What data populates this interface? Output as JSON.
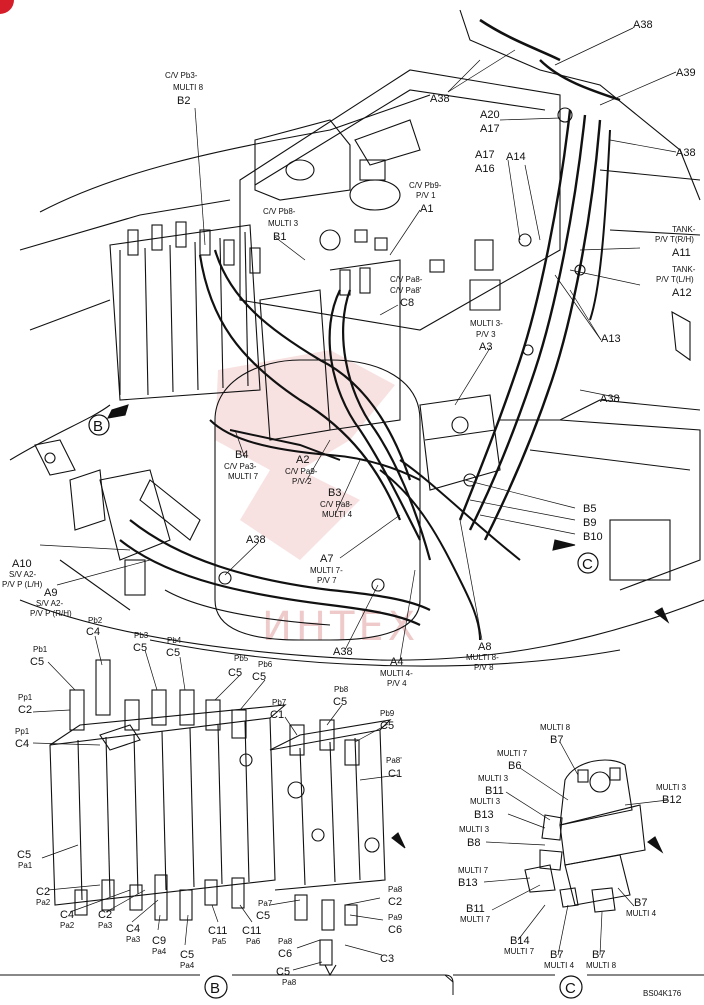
{
  "sheet_code": "BS04K176",
  "watermark": "ИНТЕХ",
  "views": {
    "b": "B",
    "c": "C"
  },
  "labels": [
    {
      "id": "a38-top",
      "text": "A38"
    },
    {
      "id": "a38-2",
      "text": "A38"
    },
    {
      "id": "a39",
      "text": "A39"
    },
    {
      "id": "a20",
      "text": "A20"
    },
    {
      "id": "a17a",
      "text": "A17"
    },
    {
      "id": "a38-3",
      "text": "A38"
    },
    {
      "id": "a17b",
      "text": "A17"
    },
    {
      "id": "a16",
      "text": "A16"
    },
    {
      "id": "a14",
      "text": "A14"
    },
    {
      "id": "a1",
      "text": "A1"
    },
    {
      "id": "b2",
      "text": "B2"
    },
    {
      "id": "b1",
      "text": "B1"
    },
    {
      "id": "c8",
      "text": "C8"
    },
    {
      "id": "a3",
      "text": "A3"
    },
    {
      "id": "a11",
      "text": "A11"
    },
    {
      "id": "a12",
      "text": "A12"
    },
    {
      "id": "a13",
      "text": "A13"
    },
    {
      "id": "a38-4",
      "text": "A38"
    },
    {
      "id": "b4",
      "text": "B4"
    },
    {
      "id": "a2",
      "text": "A2"
    },
    {
      "id": "b3",
      "text": "B3"
    },
    {
      "id": "b5",
      "text": "B5"
    },
    {
      "id": "b9",
      "text": "B9"
    },
    {
      "id": "b10",
      "text": "B10"
    },
    {
      "id": "a38-5",
      "text": "A38"
    },
    {
      "id": "a7",
      "text": "A7"
    },
    {
      "id": "a10",
      "text": "A10"
    },
    {
      "id": "a9",
      "text": "A9"
    },
    {
      "id": "a38-6",
      "text": "A38"
    },
    {
      "id": "a4",
      "text": "A4"
    },
    {
      "id": "a8",
      "text": "A8"
    },
    {
      "id": "vb-c4-top",
      "text": "C4"
    },
    {
      "id": "vb-c5-a",
      "text": "C5"
    },
    {
      "id": "vb-c5-b",
      "text": "C5"
    },
    {
      "id": "vb-c5-c",
      "text": "C5"
    },
    {
      "id": "vb-c5-d",
      "text": "C5"
    },
    {
      "id": "vb-c5-e",
      "text": "C5"
    },
    {
      "id": "vb-c2-pp1",
      "text": "C2"
    },
    {
      "id": "vb-c4-pp1",
      "text": "C4"
    },
    {
      "id": "vb-c1-pb7",
      "text": "C1"
    },
    {
      "id": "vb-c5-pb8",
      "text": "C5"
    },
    {
      "id": "vb-c5-pb9",
      "text": "C5"
    },
    {
      "id": "vb-c1-pa8p",
      "text": "C1"
    },
    {
      "id": "vb-c5-pa1",
      "text": "C5"
    },
    {
      "id": "vb-c2-pa2",
      "text": "C2"
    },
    {
      "id": "vb-c4-pa2",
      "text": "C4"
    },
    {
      "id": "vb-c2-pa3",
      "text": "C2"
    },
    {
      "id": "vb-c4-pa3",
      "text": "C4"
    },
    {
      "id": "vb-c9-pa4",
      "text": "C9"
    },
    {
      "id": "vb-c5-pa4",
      "text": "C5"
    },
    {
      "id": "vb-c11-pa5",
      "text": "C11"
    },
    {
      "id": "vb-c11-pa6",
      "text": "C11"
    },
    {
      "id": "vb-c5-pa7",
      "text": "C5"
    },
    {
      "id": "vb-c2-pa8",
      "text": "C2"
    },
    {
      "id": "vb-c6-pa9",
      "text": "C6"
    },
    {
      "id": "vb-c6-pa8",
      "text": "C6"
    },
    {
      "id": "vb-c3",
      "text": "C3"
    },
    {
      "id": "vb-c5-pa8b",
      "text": "C5"
    },
    {
      "id": "vc-b7-top",
      "text": "B7"
    },
    {
      "id": "vc-b6",
      "text": "B6"
    },
    {
      "id": "vc-b11-top",
      "text": "B11"
    },
    {
      "id": "vc-b13-top",
      "text": "B13"
    },
    {
      "id": "vc-b12",
      "text": "B12"
    },
    {
      "id": "vc-b8",
      "text": "B8"
    },
    {
      "id": "vc-b13-bot",
      "text": "B13"
    },
    {
      "id": "vc-b11-bot",
      "text": "B11"
    },
    {
      "id": "vc-b14",
      "text": "B14"
    },
    {
      "id": "vc-b7-m4a",
      "text": "B7"
    },
    {
      "id": "vc-b7-m8",
      "text": "B7"
    },
    {
      "id": "vc-b7-m4b",
      "text": "B7"
    }
  ],
  "sublabels": [
    {
      "id": "b2-l1",
      "text": "C/V Pb3-"
    },
    {
      "id": "b2-l2",
      "text": "MULTI 8"
    },
    {
      "id": "a1-l1",
      "text": "C/V Pb9-"
    },
    {
      "id": "a1-l2",
      "text": "P/V 1"
    },
    {
      "id": "b1-l1",
      "text": "C/V Pb8-"
    },
    {
      "id": "b1-l2",
      "text": "MULTI 3"
    },
    {
      "id": "c8-l1",
      "text": "C/V Pa8-"
    },
    {
      "id": "c8-l2",
      "text": "C/V Pa8'"
    },
    {
      "id": "a3-l1",
      "text": "MULTI 3-"
    },
    {
      "id": "a3-l2",
      "text": "P/V 3"
    },
    {
      "id": "a11-l1",
      "text": "TANK-"
    },
    {
      "id": "a11-l2",
      "text": "P/V T(R/H)"
    },
    {
      "id": "a12-l1",
      "text": "TANK-"
    },
    {
      "id": "a12-l2",
      "text": "P/V T(L/H)"
    },
    {
      "id": "b4-l1",
      "text": "C/V Pa3-"
    },
    {
      "id": "b4-l2",
      "text": "MULTI 7"
    },
    {
      "id": "a2-l1",
      "text": "C/V Pa9-"
    },
    {
      "id": "a2-l2",
      "text": "P/V 2"
    },
    {
      "id": "b3-l1",
      "text": "C/V Pa8-"
    },
    {
      "id": "b3-l2",
      "text": "MULTI 4"
    },
    {
      "id": "a7-l1",
      "text": "MULTI 7-"
    },
    {
      "id": "a7-l2",
      "text": "P/V 7"
    },
    {
      "id": "a10-l1",
      "text": "S/V A2-"
    },
    {
      "id": "a10-l2",
      "text": "P/V P (L/H)"
    },
    {
      "id": "a9-l1",
      "text": "S/V A2-"
    },
    {
      "id": "a9-l2",
      "text": "P/V P (R/H)"
    },
    {
      "id": "a4-l1",
      "text": "MULTI 4-"
    },
    {
      "id": "a4-l2",
      "text": "P/V 4"
    },
    {
      "id": "a8-l1",
      "text": "MULTI 8-"
    },
    {
      "id": "a8-l2",
      "text": "P/V 8"
    },
    {
      "id": "vb-pb2",
      "text": "Pb2"
    },
    {
      "id": "vb-pb1",
      "text": "Pb1"
    },
    {
      "id": "vb-pb3",
      "text": "Pb3"
    },
    {
      "id": "vb-pb4",
      "text": "Pb4"
    },
    {
      "id": "vb-pb5",
      "text": "Pb5"
    },
    {
      "id": "vb-pb6",
      "text": "Pb6"
    },
    {
      "id": "vb-pp1a",
      "text": "Pp1"
    },
    {
      "id": "vb-pp1b",
      "text": "Pp1"
    },
    {
      "id": "vb-pb7",
      "text": "Pb7"
    },
    {
      "id": "vb-pb8",
      "text": "Pb8"
    },
    {
      "id": "vb-pb9",
      "text": "Pb9"
    },
    {
      "id": "vb-pa8p",
      "text": "Pa8'"
    },
    {
      "id": "vb-pa1",
      "text": "Pa1"
    },
    {
      "id": "vb-pa2a",
      "text": "Pa2"
    },
    {
      "id": "vb-pa2b",
      "text": "Pa2"
    },
    {
      "id": "vb-pa3a",
      "text": "Pa3"
    },
    {
      "id": "vb-pa3b",
      "text": "Pa3"
    },
    {
      "id": "vb-pa4a",
      "text": "Pa4"
    },
    {
      "id": "vb-pa4b",
      "text": "Pa4"
    },
    {
      "id": "vb-pa5",
      "text": "Pa5"
    },
    {
      "id": "vb-pa6",
      "text": "Pa6"
    },
    {
      "id": "vb-pa7",
      "text": "Pa7"
    },
    {
      "id": "vb-pa8a",
      "text": "Pa8"
    },
    {
      "id": "vb-pa9",
      "text": "Pa9"
    },
    {
      "id": "vb-pa8b",
      "text": "Pa8"
    },
    {
      "id": "vb-pa8c",
      "text": "Pa8"
    },
    {
      "id": "vc-m8-top",
      "text": "MULTI 8"
    },
    {
      "id": "vc-m7-top",
      "text": "MULTI 7"
    },
    {
      "id": "vc-m3a",
      "text": "MULTI 3"
    },
    {
      "id": "vc-m3b",
      "text": "MULTI 3"
    },
    {
      "id": "vc-m3c",
      "text": "MULTI 3"
    },
    {
      "id": "vc-m3d",
      "text": "MULTI 3"
    },
    {
      "id": "vc-m7a",
      "text": "MULTI 7"
    },
    {
      "id": "vc-m7b",
      "text": "MULTI 7"
    },
    {
      "id": "vc-m7c",
      "text": "MULTI 7"
    },
    {
      "id": "vc-m4a",
      "text": "MULTI 4"
    },
    {
      "id": "vc-m4b",
      "text": "MULTI 4"
    },
    {
      "id": "vc-m8b",
      "text": "MULTI 8"
    }
  ]
}
